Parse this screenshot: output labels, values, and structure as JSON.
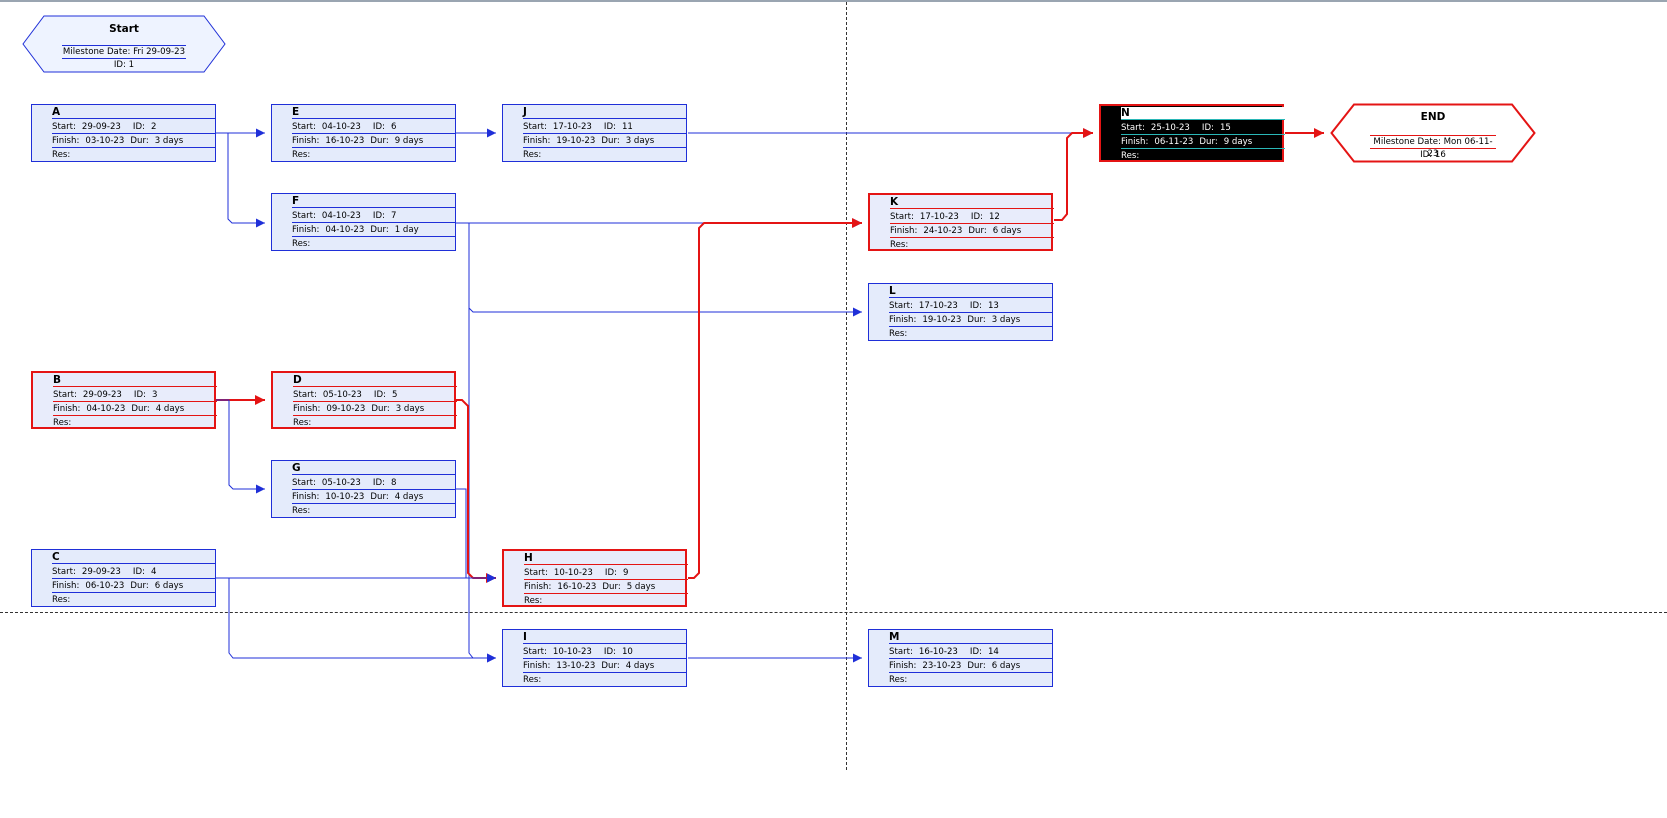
{
  "diagram": {
    "labels": {
      "start": "Start:",
      "finish": "Finish:",
      "id": "ID:",
      "dur": "Dur:",
      "res": "Res:",
      "milestone_date": "Milestone Date:"
    },
    "colors": {
      "normal": "#1f2fd8",
      "critical": "#e41414",
      "selected_bg": "#000000",
      "selected_accent": "#2ab7b7"
    },
    "milestones": {
      "start": {
        "title": "Start",
        "date": "Fri 29-09-23",
        "id": "1",
        "critical": false
      },
      "end": {
        "title": "END",
        "date": "Mon 06-11-23",
        "id": "16",
        "critical": true
      }
    },
    "tasks": {
      "A": {
        "name": "A",
        "start": "29-09-23",
        "finish": "03-10-23",
        "id": "2",
        "dur": "3 days",
        "critical": false
      },
      "B": {
        "name": "B",
        "start": "29-09-23",
        "finish": "04-10-23",
        "id": "3",
        "dur": "4 days",
        "critical": true
      },
      "C": {
        "name": "C",
        "start": "29-09-23",
        "finish": "06-10-23",
        "id": "4",
        "dur": "6 days",
        "critical": false
      },
      "D": {
        "name": "D",
        "start": "05-10-23",
        "finish": "09-10-23",
        "id": "5",
        "dur": "3 days",
        "critical": true
      },
      "E": {
        "name": "E",
        "start": "04-10-23",
        "finish": "16-10-23",
        "id": "6",
        "dur": "9 days",
        "critical": false
      },
      "F": {
        "name": "F",
        "start": "04-10-23",
        "finish": "04-10-23",
        "id": "7",
        "dur": "1 day",
        "critical": false
      },
      "G": {
        "name": "G",
        "start": "05-10-23",
        "finish": "10-10-23",
        "id": "8",
        "dur": "4 days",
        "critical": false
      },
      "H": {
        "name": "H",
        "start": "10-10-23",
        "finish": "16-10-23",
        "id": "9",
        "dur": "5 days",
        "critical": true
      },
      "I": {
        "name": "I",
        "start": "10-10-23",
        "finish": "13-10-23",
        "id": "10",
        "dur": "4 days",
        "critical": false
      },
      "J": {
        "name": "J",
        "start": "17-10-23",
        "finish": "19-10-23",
        "id": "11",
        "dur": "3 days",
        "critical": false
      },
      "K": {
        "name": "K",
        "start": "17-10-23",
        "finish": "24-10-23",
        "id": "12",
        "dur": "6 days",
        "critical": true
      },
      "L": {
        "name": "L",
        "start": "17-10-23",
        "finish": "19-10-23",
        "id": "13",
        "dur": "3 days",
        "critical": false
      },
      "M": {
        "name": "M",
        "start": "16-10-23",
        "finish": "23-10-23",
        "id": "14",
        "dur": "6 days",
        "critical": false
      },
      "N": {
        "name": "N",
        "start": "25-10-23",
        "finish": "06-11-23",
        "id": "15",
        "dur": "9 days",
        "critical": true,
        "selected": true
      }
    },
    "links": [
      {
        "from": "A",
        "to": "E",
        "critical": false
      },
      {
        "from": "A",
        "to": "F",
        "critical": false
      },
      {
        "from": "E",
        "to": "J",
        "critical": false
      },
      {
        "from": "J",
        "to": "N",
        "critical": false
      },
      {
        "from": "F",
        "to": "K",
        "critical": false
      },
      {
        "from": "F",
        "to": "L",
        "critical": false
      },
      {
        "from": "F",
        "to": "I",
        "critical": false
      },
      {
        "from": "B",
        "to": "D",
        "critical": true
      },
      {
        "from": "B",
        "to": "G",
        "critical": false
      },
      {
        "from": "D",
        "to": "H",
        "critical": true
      },
      {
        "from": "G",
        "to": "H",
        "critical": false
      },
      {
        "from": "C",
        "to": "H",
        "critical": false
      },
      {
        "from": "C",
        "to": "I",
        "critical": false
      },
      {
        "from": "H",
        "to": "K",
        "critical": true
      },
      {
        "from": "I",
        "to": "M",
        "critical": false
      },
      {
        "from": "K",
        "to": "N",
        "critical": true
      },
      {
        "from": "N",
        "to": "END",
        "critical": true
      }
    ]
  }
}
